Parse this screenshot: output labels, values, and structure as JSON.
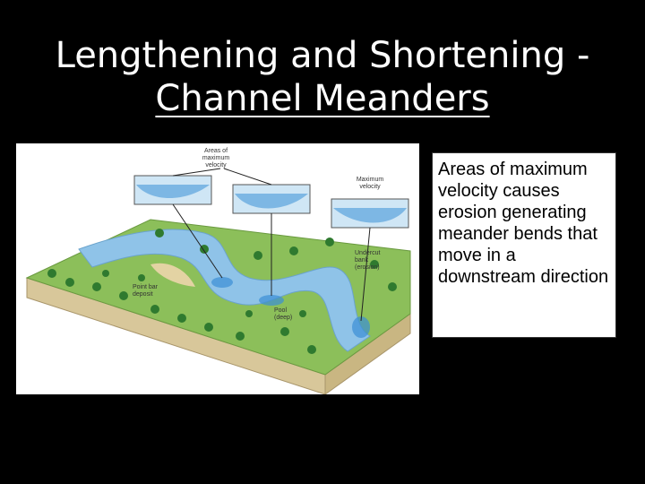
{
  "slide": {
    "title_line1": "Lengthening and Shortening -",
    "title_line2": "Channel Meanders"
  },
  "diagram": {
    "labels": {
      "areas_max_velocity": [
        "Areas of",
        "maximum",
        "velocity"
      ],
      "maximum_velocity": [
        "Maximum",
        "velocity"
      ],
      "undercut_bank": [
        "Undercut",
        "bank",
        "(erosion)"
      ],
      "point_bar": [
        "Point bar",
        "deposit"
      ],
      "pool": [
        "Pool",
        "(deep)"
      ]
    },
    "colors": {
      "water": "#8fc3e8",
      "deep_water": "#3b8fd6",
      "land": "#8cbf5a",
      "soil": "#d8c79a",
      "tree": "#2f7a2f"
    }
  },
  "caption": {
    "text": "Areas of maximum velocity causes erosion generating meander bends that move in a downstream direction"
  }
}
